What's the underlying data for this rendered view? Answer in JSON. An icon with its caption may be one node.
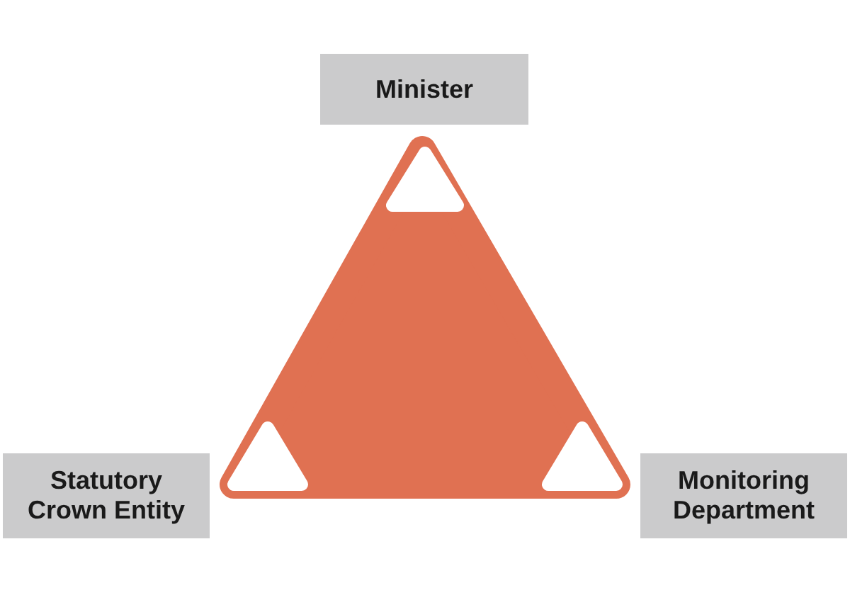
{
  "diagram": {
    "nodes": [
      {
        "text": [
          "Minister"
        ]
      },
      {
        "text": [
          "Statutory Crown Entity"
        ]
      },
      {
        "text": [
          "Monitoring Department"
        ]
      }
    ]
  }
}
